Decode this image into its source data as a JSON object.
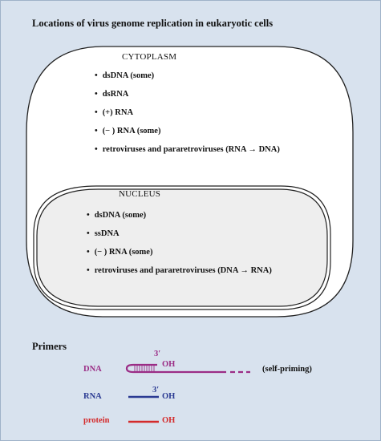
{
  "title": "Locations of virus genome replication in eukaryotic cells",
  "cytoplasm": {
    "label": "CYTOPLASM",
    "items": [
      "dsDNA (some)",
      "dsRNA",
      "(+) RNA",
      "(− ) RNA (some)",
      "retroviruses and pararetroviruses (RNA → DNA)"
    ]
  },
  "nucleus": {
    "label": "NUCLEUS",
    "items": [
      "dsDNA (some)",
      "ssDNA",
      "(− ) RNA (some)",
      "retroviruses and pararetroviruses (DNA → RNA)"
    ]
  },
  "primers": {
    "title": "Primers",
    "rows": [
      {
        "name": "DNA",
        "end_label": "3′",
        "oh": "OH",
        "note": "(self-priming)",
        "color": "#9b2d86"
      },
      {
        "name": "RNA",
        "end_label": "3′",
        "oh": "OH",
        "color": "#2a3a92"
      },
      {
        "name": "protein",
        "oh": "OH",
        "color": "#d42a2a"
      }
    ]
  },
  "colors": {
    "background": "#d8e2ee",
    "cytoplasm_fill": "#ffffff",
    "nucleus_fill": "#eeeeee",
    "outline": "#222222"
  }
}
